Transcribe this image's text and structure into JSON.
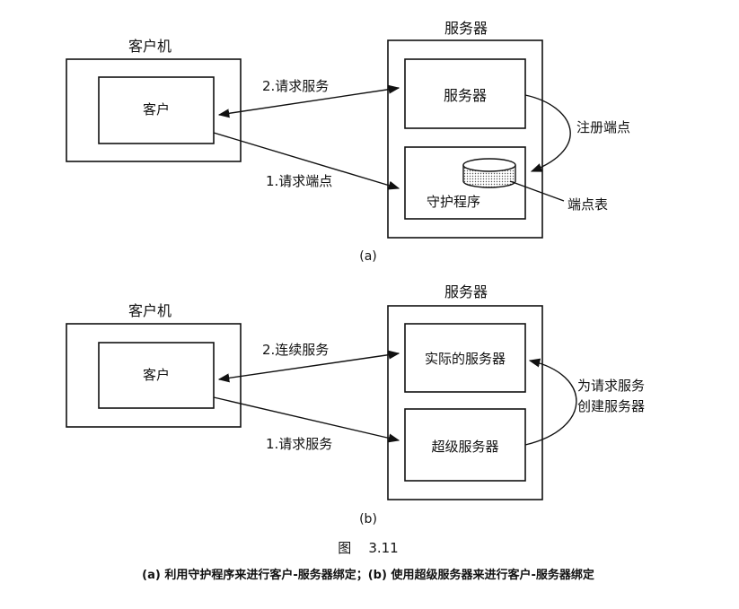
{
  "diagram_a": {
    "client_machine_label": "客户机",
    "client_label": "客户",
    "server_machine_label": "服务器",
    "server_label": "服务器",
    "daemon_label": "守护程序",
    "endpoint_table_label": "端点表",
    "register_label": "注册端点",
    "request_endpoint_label": "1.请求端点",
    "request_service_label": "2.请求服务",
    "caption": "(a)"
  },
  "diagram_b": {
    "client_machine_label": "客户机",
    "client_label": "客户",
    "server_machine_label": "服务器",
    "actual_server_label": "实际的服务器",
    "super_server_label": "超级服务器",
    "request_service_label": "1.请求服务",
    "continue_service_label": "2.连续服务",
    "create_label_line1": "为请求服务",
    "create_label_line2": "创建服务器",
    "caption": "(b)"
  },
  "figure": {
    "title": "图    3.11",
    "caption": "(a) 利用守护程序来进行客户-服务器绑定；(b) 使用超级服务器来进行客户-服务器绑定"
  }
}
